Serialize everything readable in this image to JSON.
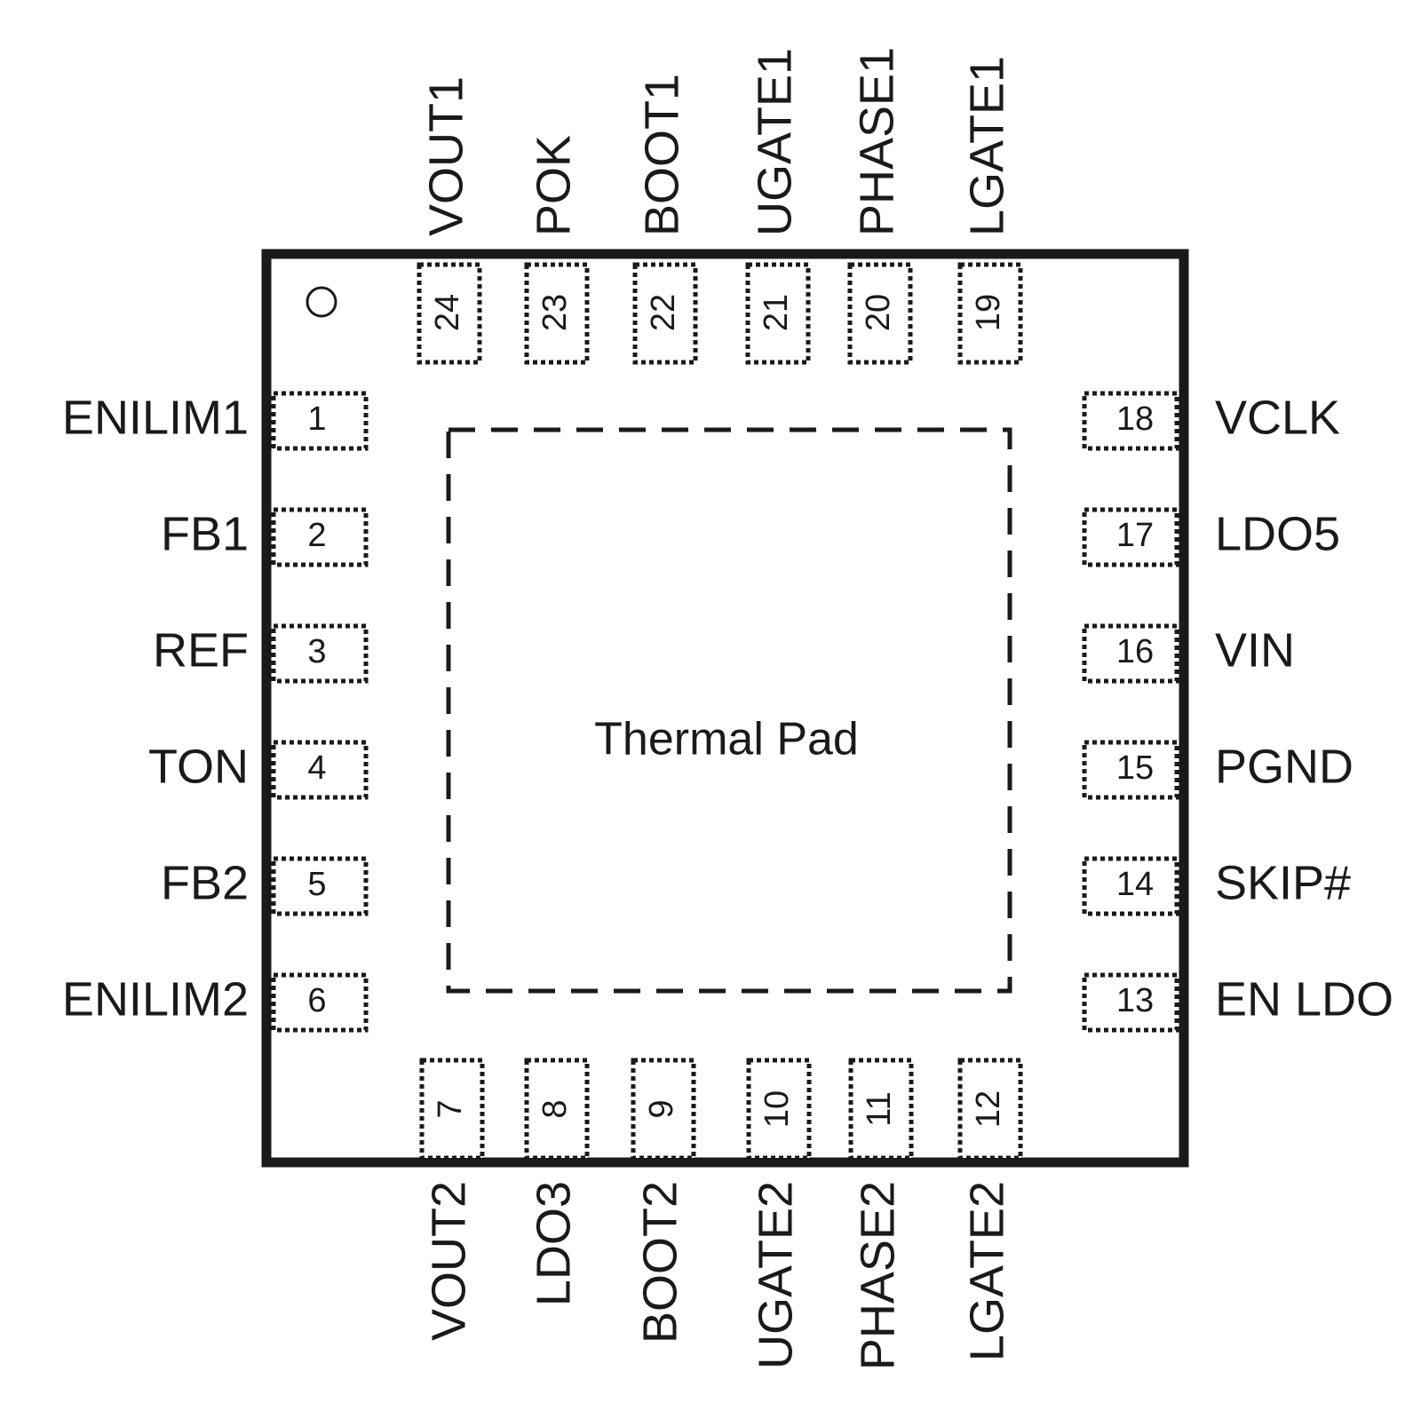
{
  "thermal_pad": {
    "label": "Thermal Pad"
  },
  "pins": {
    "left": [
      {
        "num": "1",
        "name": "ENILIM1"
      },
      {
        "num": "2",
        "name": "FB1"
      },
      {
        "num": "3",
        "name": "REF"
      },
      {
        "num": "4",
        "name": "TON"
      },
      {
        "num": "5",
        "name": "FB2"
      },
      {
        "num": "6",
        "name": "ENILIM2"
      }
    ],
    "bottom": [
      {
        "num": "7",
        "name": "VOUT2"
      },
      {
        "num": "8",
        "name": "LDO3"
      },
      {
        "num": "9",
        "name": "BOOT2"
      },
      {
        "num": "10",
        "name": "UGATE2"
      },
      {
        "num": "11",
        "name": "PHASE2"
      },
      {
        "num": "12",
        "name": "LGATE2"
      }
    ],
    "right": [
      {
        "num": "13",
        "name": "EN LDO"
      },
      {
        "num": "14",
        "name": "SKIP#"
      },
      {
        "num": "15",
        "name": "PGND"
      },
      {
        "num": "16",
        "name": "VIN"
      },
      {
        "num": "17",
        "name": "LDO5"
      },
      {
        "num": "18",
        "name": "VCLK"
      }
    ],
    "top": [
      {
        "num": "19",
        "name": "LGATE1"
      },
      {
        "num": "20",
        "name": "PHASE1"
      },
      {
        "num": "21",
        "name": "UGATE1"
      },
      {
        "num": "22",
        "name": "BOOT1"
      },
      {
        "num": "23",
        "name": "POK"
      },
      {
        "num": "24",
        "name": "VOUT1"
      }
    ]
  }
}
